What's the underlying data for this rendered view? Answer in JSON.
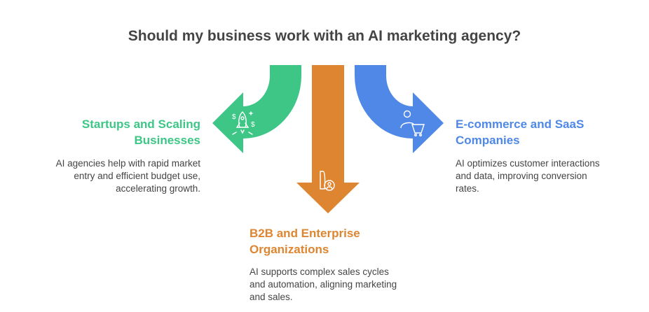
{
  "title": "Should my business work with an AI marketing agency?",
  "colors": {
    "green": "#3DC686",
    "orange": "#DD8530",
    "blue": "#4F88E6"
  },
  "options": [
    {
      "heading_line1": "Startups and Scaling",
      "heading_line2": "Businesses",
      "desc_line1": "AI agencies help with rapid market",
      "desc_line2": "entry and efficient budget use,",
      "desc_line3": "accelerating growth.",
      "icon": "rocket-money-icon"
    },
    {
      "heading_line1": "B2B and Enterprise",
      "heading_line2": "Organizations",
      "desc_line1": "AI supports complex sales cycles",
      "desc_line2": "and automation, aligning marketing",
      "desc_line3": "and sales.",
      "icon": "b2b-people-icon"
    },
    {
      "heading_line1": "E-commerce and SaaS",
      "heading_line2": "Companies",
      "desc_line1": "AI optimizes customer interactions",
      "desc_line2": "and data, improving conversion",
      "desc_line3": "rates.",
      "icon": "user-cart-icon"
    }
  ]
}
